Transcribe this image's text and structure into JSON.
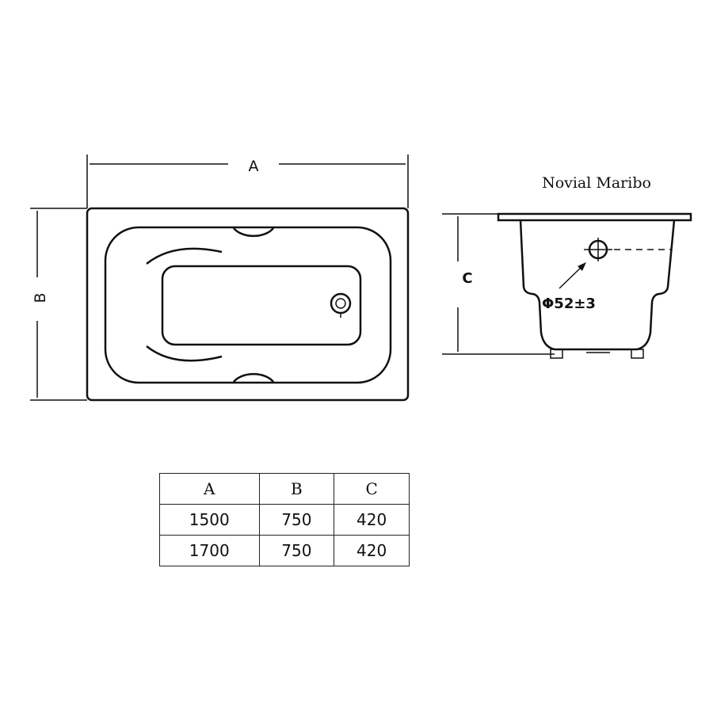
{
  "top_view": {
    "dim_a_label": "A",
    "dim_b_label": "B"
  },
  "side_view": {
    "title": "Novial Maribo",
    "dim_c_label": "C",
    "drain_diameter": "Φ52±3"
  },
  "table": {
    "headers": [
      "A",
      "B",
      "C"
    ],
    "rows": [
      [
        "1500",
        "750",
        "420"
      ],
      [
        "1700",
        "750",
        "420"
      ]
    ]
  }
}
